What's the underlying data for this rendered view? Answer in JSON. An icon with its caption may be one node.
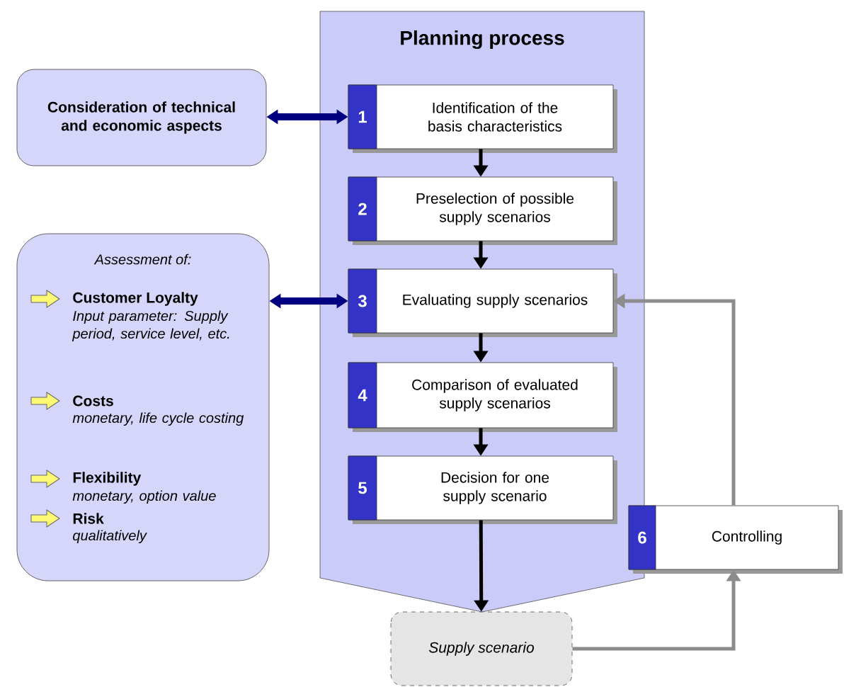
{
  "diagram": {
    "nodes": [
      {
        "text": [
          "Planning process"
        ]
      },
      {
        "text": [
          "1",
          "Identification of the basis characteristics"
        ],
        "in": 0
      },
      {
        "text": [
          "2",
          "Preselection of possible supply scenarios"
        ],
        "in": 0
      },
      {
        "text": [
          "3",
          "Evaluating supply scenarios"
        ],
        "in": 0
      },
      {
        "text": [
          "4",
          "Comparison of evaluated supply scenarios"
        ],
        "in": 0
      },
      {
        "text": [
          "5",
          "Decision for one supply scenario"
        ],
        "in": 0
      },
      {
        "text": [
          "6",
          "Controlling"
        ]
      },
      {
        "text": [
          "Consideration of technical and economic aspects"
        ]
      },
      {
        "text": [
          "Assessment of:",
          "Customer Loyalty",
          "Input parameter: Supply period, service level, etc.",
          "Costs",
          "monetary, life cycle costing",
          "Flexibility",
          "monetary, option value",
          "Risk",
          "qualitatively"
        ]
      },
      {
        "text": [
          "Supply scenario"
        ]
      }
    ],
    "edges": [
      {
        "from": 7,
        "to": 1,
        "arrow": "both",
        "style": "thick",
        "color": "#000080"
      },
      {
        "from": 8,
        "to": 3,
        "arrow": "both",
        "style": "thick",
        "color": "#000080"
      },
      {
        "from": 1,
        "to": 2,
        "arrow": "to"
      },
      {
        "from": 2,
        "to": 3,
        "arrow": "to"
      },
      {
        "from": 3,
        "to": 4,
        "arrow": "to"
      },
      {
        "from": 4,
        "to": 5,
        "arrow": "to"
      },
      {
        "from": 5,
        "to": 9,
        "arrow": "to"
      },
      {
        "from": 9,
        "to": 6,
        "arrow": "to",
        "color": "#8c8c8c"
      },
      {
        "from": 6,
        "to": 3,
        "arrow": "to",
        "color": "#8c8c8c"
      }
    ]
  }
}
